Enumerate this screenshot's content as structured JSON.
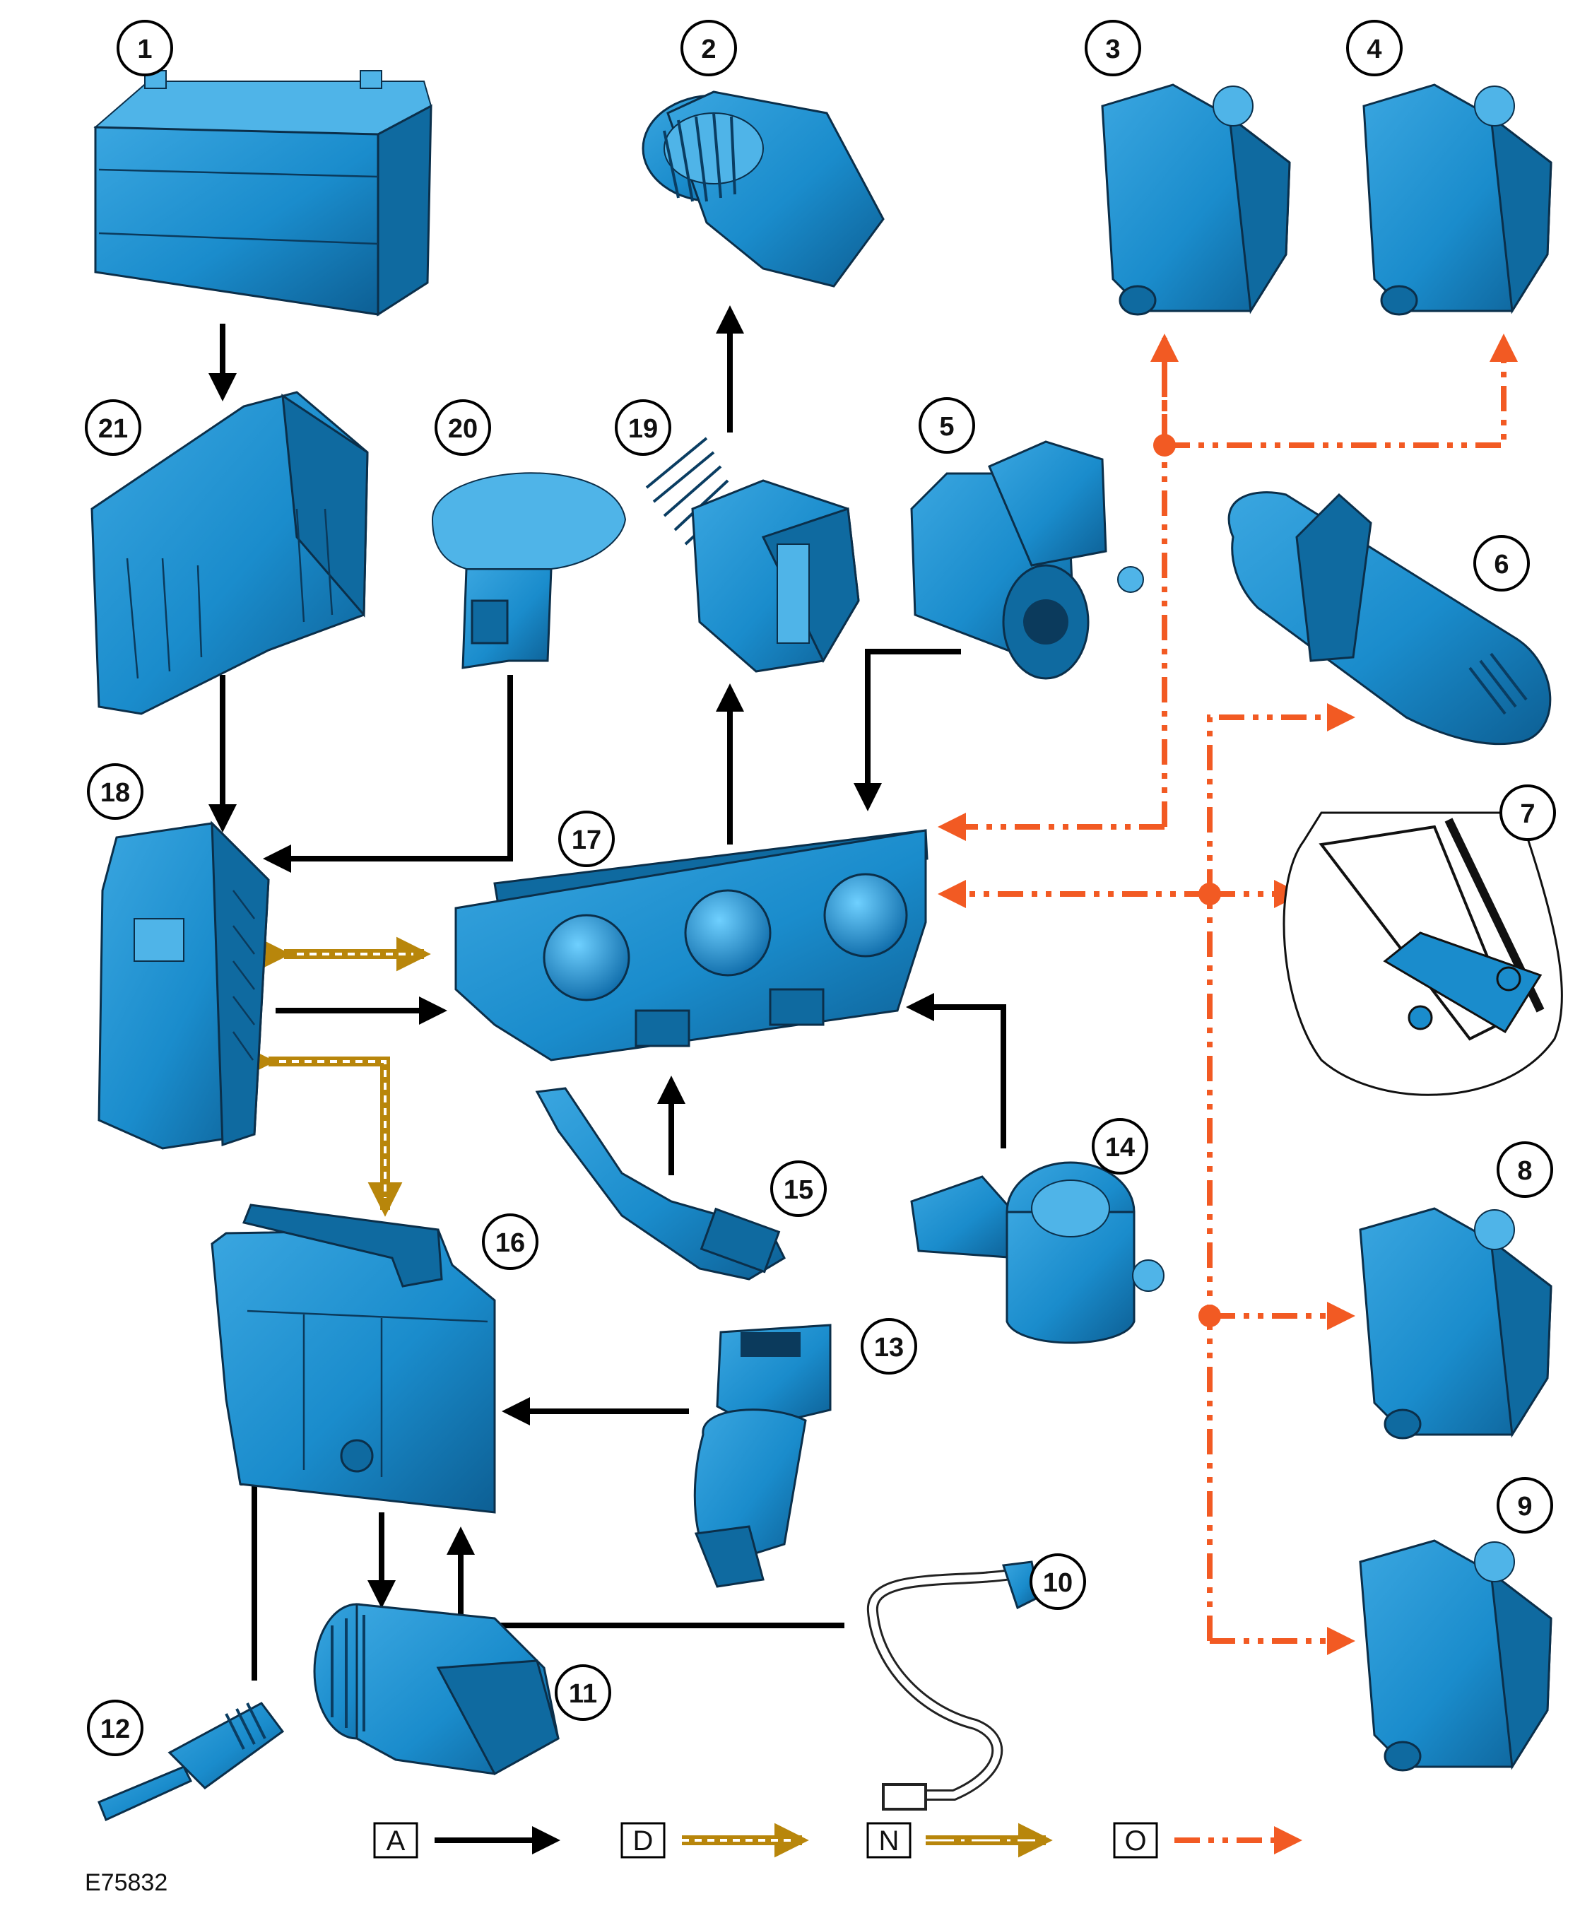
{
  "figure_ref": "E75832",
  "components": [
    {
      "id": "1"
    },
    {
      "id": "2"
    },
    {
      "id": "3"
    },
    {
      "id": "4"
    },
    {
      "id": "5"
    },
    {
      "id": "6"
    },
    {
      "id": "7"
    },
    {
      "id": "8"
    },
    {
      "id": "9"
    },
    {
      "id": "10"
    },
    {
      "id": "11"
    },
    {
      "id": "12"
    },
    {
      "id": "13"
    },
    {
      "id": "14"
    },
    {
      "id": "15"
    },
    {
      "id": "16"
    },
    {
      "id": "17"
    },
    {
      "id": "18"
    },
    {
      "id": "19"
    },
    {
      "id": "20"
    },
    {
      "id": "21"
    }
  ],
  "legend": [
    {
      "key": "A",
      "line_style": "solid",
      "color": "#000000"
    },
    {
      "key": "D",
      "line_style": "dashed-double",
      "color": "#b8860b"
    },
    {
      "key": "N",
      "line_style": "dash-double",
      "color": "#b8860b"
    },
    {
      "key": "O",
      "line_style": "dash-dot-dot",
      "color": "#f25a23"
    }
  ],
  "colors": {
    "component_fill": "#1a8ccc",
    "component_outline": "#0b2f4a",
    "wire_A": "#000000",
    "wire_D": "#b8860b",
    "wire_O": "#f25a23"
  }
}
